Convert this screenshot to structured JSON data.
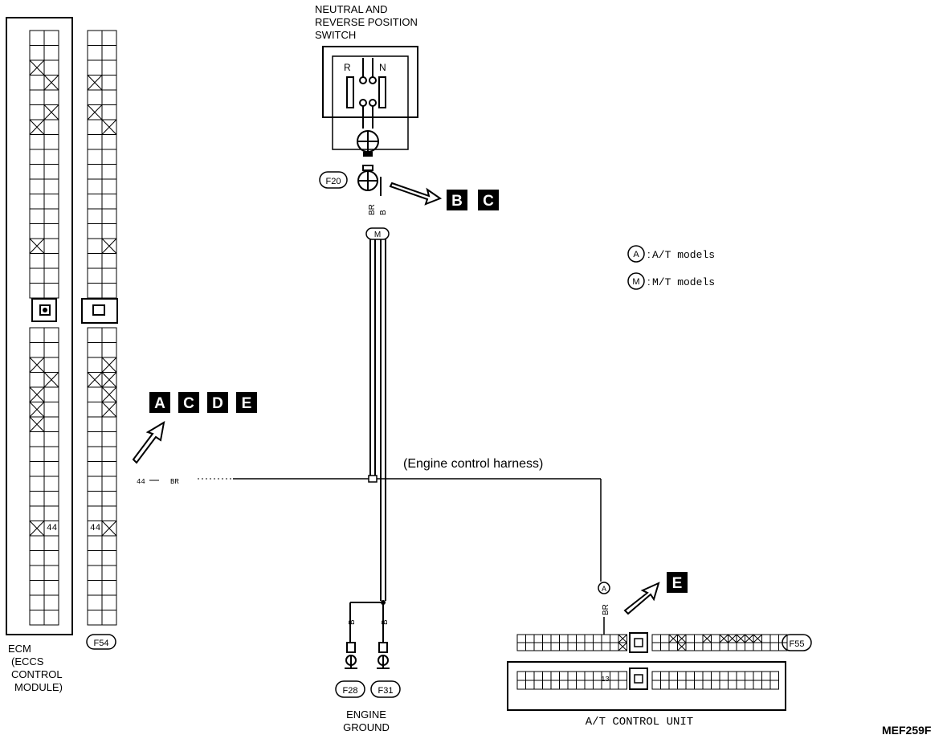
{
  "switch": {
    "title_lines": [
      "NEUTRAL AND",
      "REVERSE POSITION",
      "SWITCH"
    ],
    "r_label": "R",
    "n_label": "N"
  },
  "connectors": {
    "f20": "F20",
    "f54": "F54",
    "f55": "F55",
    "f28": "F28",
    "f31": "F31",
    "m": "M",
    "a": "A"
  },
  "wires": {
    "switch_br": "BR",
    "switch_b": "B",
    "ecm_pin": "44",
    "ecm_wire": "BR",
    "at_br": "BR",
    "ground_b1": "B",
    "ground_b2": "B",
    "harness": "(Engine control harness)",
    "at_pin": "13"
  },
  "labels": {
    "switch_refs": [
      "B",
      "C"
    ],
    "ecm_refs": [
      "A",
      "C",
      "D",
      "E"
    ],
    "at_refs": [
      "E"
    ]
  },
  "legend": [
    {
      "symbol": "A",
      "text": "A/T models"
    },
    {
      "symbol": "M",
      "text": "M/T models"
    }
  ],
  "ecm": {
    "lines": [
      "ECM",
      "(ECCS",
      "CONTROL",
      "MODULE)"
    ],
    "pin_label": "44"
  },
  "ground": {
    "lines": [
      "ENGINE",
      "GROUND"
    ]
  },
  "at_unit": {
    "label": "A/T CONTROL UNIT"
  },
  "figure_code": "MEF259F"
}
